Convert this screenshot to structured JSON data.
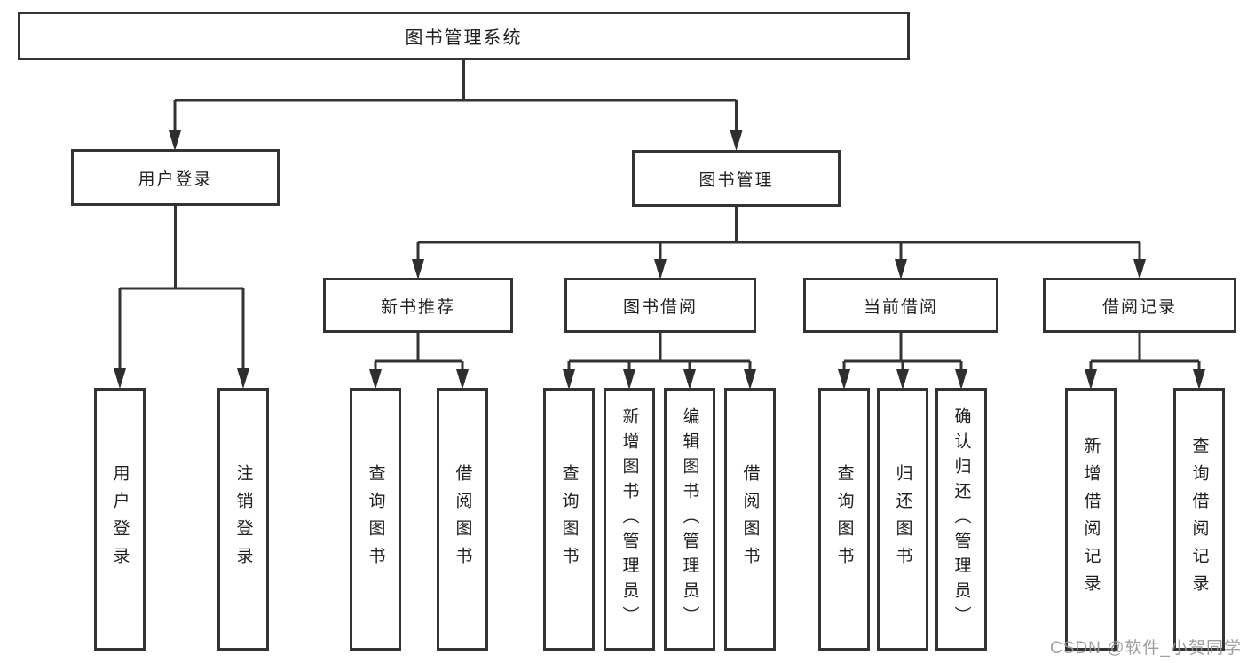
{
  "tree": {
    "root": "图书管理系统",
    "branches": [
      {
        "label": "用户登录",
        "children": [
          "用户登录",
          "注销登录"
        ]
      },
      {
        "label": "图书管理",
        "sections": [
          {
            "label": "新书推荐",
            "children": [
              "查询图书",
              "借阅图书"
            ]
          },
          {
            "label": "图书借阅",
            "children": [
              "查询图书",
              "新增图书（管理员）",
              "编辑图书（管理员）",
              "借阅图书"
            ]
          },
          {
            "label": "当前借阅",
            "children": [
              "查询图书",
              "归还图书",
              "确认归还（管理员）"
            ]
          },
          {
            "label": "借阅记录",
            "children": [
              "新增借阅记录",
              "查询借阅记录"
            ]
          }
        ]
      }
    ]
  },
  "watermark": {
    "text": "CSDN @软件_小贺同学"
  },
  "colors": {
    "line": "#333333",
    "box_border": "#333333",
    "text": "#1f1f1f",
    "background": "#ffffff",
    "watermark": "#979797"
  }
}
